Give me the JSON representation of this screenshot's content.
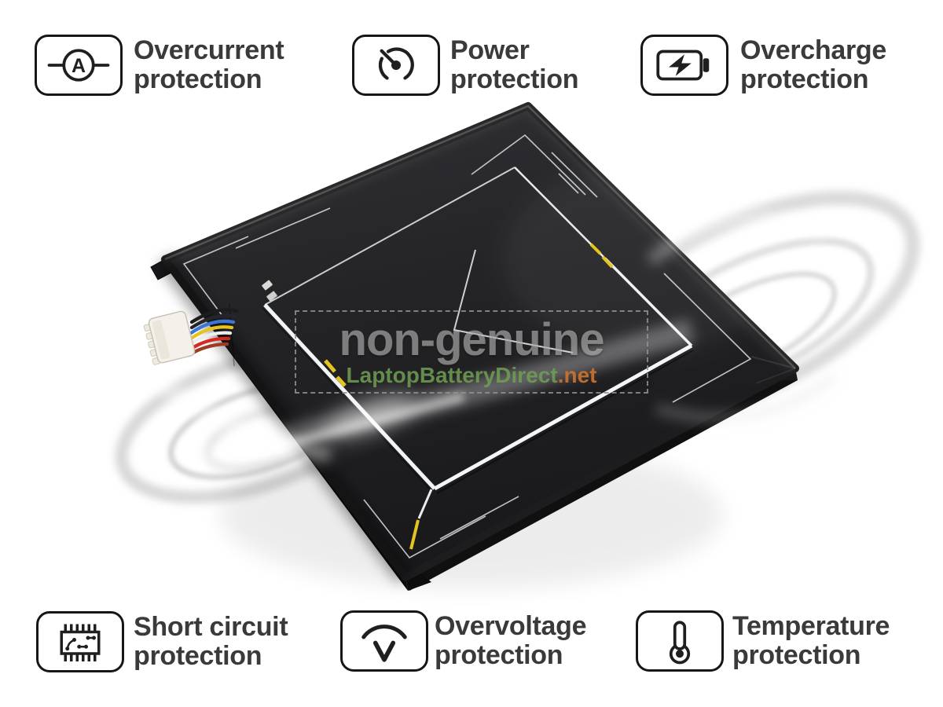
{
  "page": {
    "background": "#ffffff"
  },
  "features": [
    {
      "id": "overcurrent",
      "icon": "ammeter-icon",
      "line1": "Overcurrent",
      "line2": "protection"
    },
    {
      "id": "power",
      "icon": "gauge-icon",
      "line1": "Power",
      "line2": "protection"
    },
    {
      "id": "overcharge",
      "icon": "battery-charging-icon",
      "line1": "Overcharge",
      "line2": "protection"
    },
    {
      "id": "short-circuit",
      "icon": "circuit-chip-icon",
      "line1": "Short circuit",
      "line2": "protection"
    },
    {
      "id": "overvoltage",
      "icon": "voltage-arc-icon",
      "line1": "Overvoltage",
      "line2": "protection"
    },
    {
      "id": "temperature",
      "icon": "thermometer-icon",
      "line1": "Temperature",
      "line2": "protection"
    }
  ],
  "watermark": {
    "title": "non-genuine",
    "site_main": "LaptopBatteryDirect",
    "site_tld": ".net",
    "title_color": "#c6c6c6",
    "site_main_color": "#70a054",
    "site_tld_color": "#cd732d"
  },
  "illustration": {
    "subject": "black tablet battery pouch cell with wire harness and white connector",
    "body_color": "#232326",
    "tape_silver": "#f1f4f6",
    "tape_yellow": "#e4c51f",
    "connector_color": "#f4f1ea",
    "wire_colors": [
      "#1c1c1e",
      "#26262a",
      "#3a76d6",
      "#e6c31d",
      "#ededed",
      "#d42a20",
      "#9e3a22"
    ]
  },
  "styles": {
    "label_color": "#3a3a3a",
    "badge_border": "#161616",
    "icon_stroke": "#1f1f1f"
  }
}
